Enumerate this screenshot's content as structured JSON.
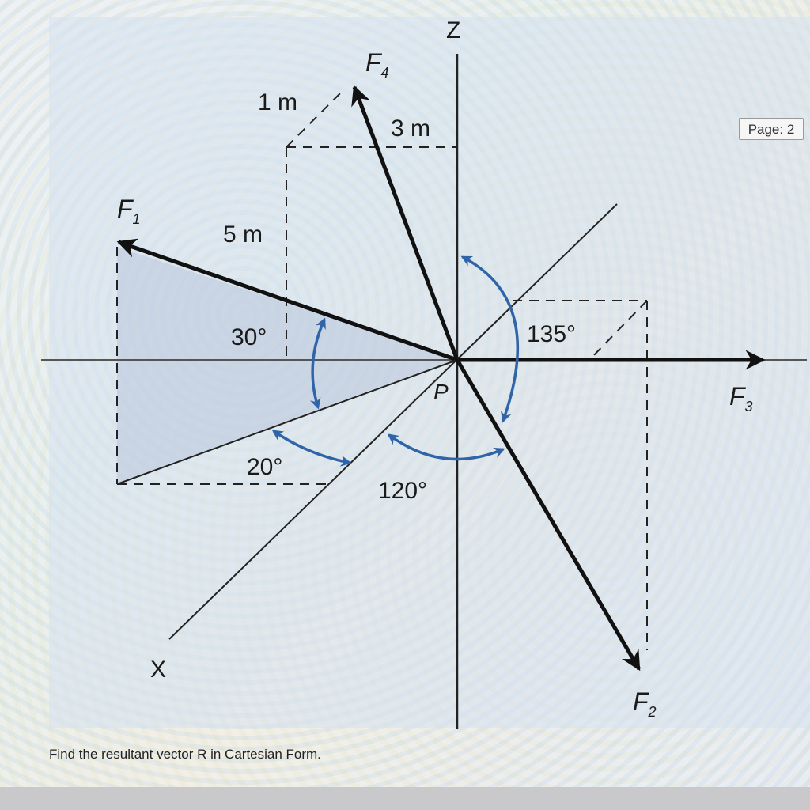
{
  "page": {
    "indicator": "Page: 2",
    "question": "Find the resultant vector R in Cartesian Form."
  },
  "diagram": {
    "axes": {
      "z": "Z",
      "x": "X"
    },
    "point": "P",
    "forces": {
      "f1": {
        "letter": "F",
        "sub": "1"
      },
      "f2": {
        "letter": "F",
        "sub": "2"
      },
      "f3": {
        "letter": "F",
        "sub": "3"
      },
      "f4": {
        "letter": "F",
        "sub": "4"
      }
    },
    "dimensions": {
      "d1": "1 m",
      "d3": "3 m",
      "d5": "5 m"
    },
    "angles": {
      "a30": "30°",
      "a20": "20°",
      "a120": "120°",
      "a135": "135°"
    },
    "colors": {
      "arc": "#2f64a8",
      "line": "#111111",
      "shade": "#b9c6dc"
    }
  }
}
